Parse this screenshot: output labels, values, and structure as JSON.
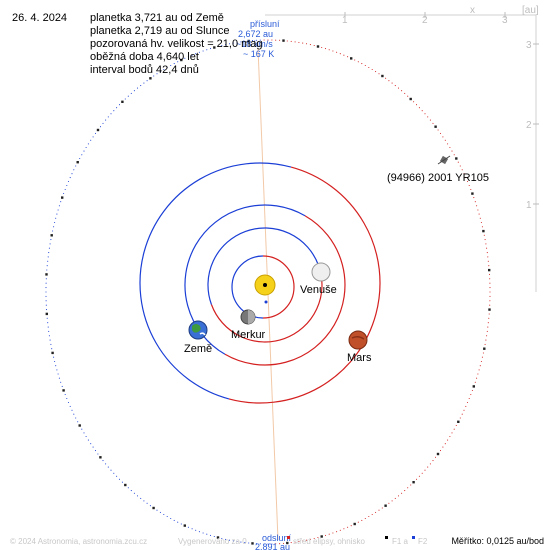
{
  "date": "26. 4. 2024",
  "info_lines": [
    "planetka 3,721 au od Země",
    "planetka 2,719 au od Slunce",
    "pozorovaná hv. velikost = 21,0 mag",
    "oběžná doba 4,640 let",
    "interval bodů 42,4 dnů"
  ],
  "perihelion": {
    "title": "přísluní",
    "dist": "2,672 au",
    "speed": "~18 km/s",
    "temp": "~ 167 K"
  },
  "aphelion": {
    "title": "odsluní",
    "dist": "2,891 au"
  },
  "asteroid_label": "(94966) 2001 YR105",
  "planets": {
    "venus": "Venuše",
    "mercury": "Merkur",
    "earth": "Země",
    "mars": "Mars"
  },
  "axis": {
    "x_ticks": [
      "1",
      "2",
      "3"
    ],
    "y_ticks": [
      "1",
      "2",
      "3"
    ],
    "x_label": "x",
    "unit": "[au]"
  },
  "footer": {
    "copyright": "© 2024 Astronomia, astronomia.zcu.cz",
    "generated": "Vygenerováno za 0",
    "legend_text": "střed elipsy, ohnisko",
    "f1": "F1 a",
    "f2": "F2"
  },
  "scale_text": "Měřítko: 0,0125 au/bod",
  "colors": {
    "orbit_blue": "#1b3fd6",
    "orbit_red": "#d42020",
    "asteroid_dots": "#222222",
    "label_blue": "#2a5bd7"
  }
}
